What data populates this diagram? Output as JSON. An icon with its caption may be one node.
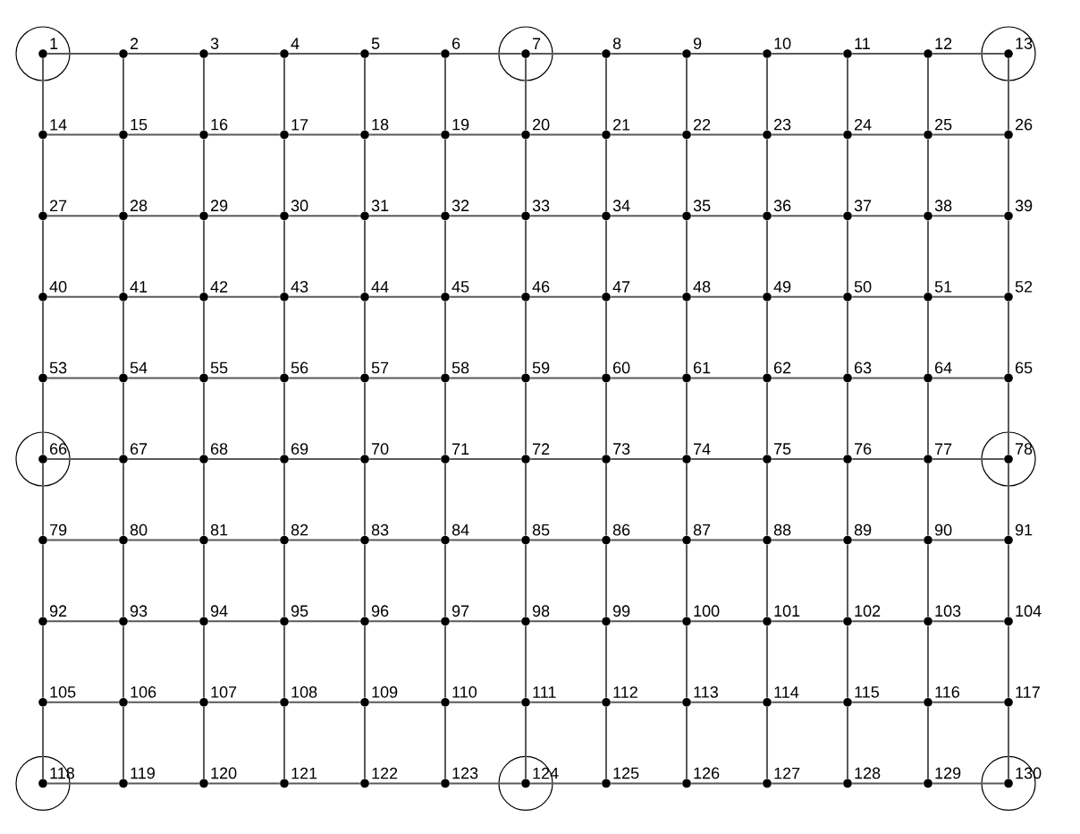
{
  "diagram": {
    "nodes": [
      {
        "text": [
          "1"
        ]
      },
      {
        "text": [
          "2"
        ]
      },
      {
        "text": [
          "3"
        ]
      },
      {
        "text": [
          "4"
        ]
      },
      {
        "text": [
          "5"
        ]
      },
      {
        "text": [
          "6"
        ]
      },
      {
        "text": [
          "7"
        ]
      },
      {
        "text": [
          "8"
        ]
      },
      {
        "text": [
          "9"
        ]
      },
      {
        "text": [
          "10"
        ]
      },
      {
        "text": [
          "11"
        ]
      },
      {
        "text": [
          "12"
        ]
      },
      {
        "text": [
          "13"
        ]
      },
      {
        "text": [
          "14"
        ]
      },
      {
        "text": [
          "15"
        ]
      },
      {
        "text": [
          "16"
        ]
      },
      {
        "text": [
          "17"
        ]
      },
      {
        "text": [
          "18"
        ]
      },
      {
        "text": [
          "19"
        ]
      },
      {
        "text": [
          "20"
        ]
      },
      {
        "text": [
          "21"
        ]
      },
      {
        "text": [
          "22"
        ]
      },
      {
        "text": [
          "23"
        ]
      },
      {
        "text": [
          "24"
        ]
      },
      {
        "text": [
          "25"
        ]
      },
      {
        "text": [
          "26"
        ]
      },
      {
        "text": [
          "27"
        ]
      },
      {
        "text": [
          "28"
        ]
      },
      {
        "text": [
          "29"
        ]
      },
      {
        "text": [
          "30"
        ]
      },
      {
        "text": [
          "31"
        ]
      },
      {
        "text": [
          "32"
        ]
      },
      {
        "text": [
          "33"
        ]
      },
      {
        "text": [
          "34"
        ]
      },
      {
        "text": [
          "35"
        ]
      },
      {
        "text": [
          "36"
        ]
      },
      {
        "text": [
          "37"
        ]
      },
      {
        "text": [
          "38"
        ]
      },
      {
        "text": [
          "39"
        ]
      },
      {
        "text": [
          "40"
        ]
      },
      {
        "text": [
          "41"
        ]
      },
      {
        "text": [
          "42"
        ]
      },
      {
        "text": [
          "43"
        ]
      },
      {
        "text": [
          "44"
        ]
      },
      {
        "text": [
          "45"
        ]
      },
      {
        "text": [
          "46"
        ]
      },
      {
        "text": [
          "47"
        ]
      },
      {
        "text": [
          "48"
        ]
      },
      {
        "text": [
          "49"
        ]
      },
      {
        "text": [
          "50"
        ]
      },
      {
        "text": [
          "51"
        ]
      },
      {
        "text": [
          "52"
        ]
      },
      {
        "text": [
          "53"
        ]
      },
      {
        "text": [
          "54"
        ]
      },
      {
        "text": [
          "55"
        ]
      },
      {
        "text": [
          "56"
        ]
      },
      {
        "text": [
          "57"
        ]
      },
      {
        "text": [
          "58"
        ]
      },
      {
        "text": [
          "59"
        ]
      },
      {
        "text": [
          "60"
        ]
      },
      {
        "text": [
          "61"
        ]
      },
      {
        "text": [
          "62"
        ]
      },
      {
        "text": [
          "63"
        ]
      },
      {
        "text": [
          "64"
        ]
      },
      {
        "text": [
          "65"
        ]
      },
      {
        "text": [
          "66"
        ]
      },
      {
        "text": [
          "67"
        ]
      },
      {
        "text": [
          "68"
        ]
      },
      {
        "text": [
          "69"
        ]
      },
      {
        "text": [
          "70"
        ]
      },
      {
        "text": [
          "71"
        ]
      },
      {
        "text": [
          "72"
        ]
      },
      {
        "text": [
          "73"
        ]
      },
      {
        "text": [
          "74"
        ]
      },
      {
        "text": [
          "75"
        ]
      },
      {
        "text": [
          "76"
        ]
      },
      {
        "text": [
          "77"
        ]
      },
      {
        "text": [
          "78"
        ]
      },
      {
        "text": [
          "79"
        ]
      },
      {
        "text": [
          "80"
        ]
      },
      {
        "text": [
          "81"
        ]
      },
      {
        "text": [
          "82"
        ]
      },
      {
        "text": [
          "83"
        ]
      },
      {
        "text": [
          "84"
        ]
      },
      {
        "text": [
          "85"
        ]
      },
      {
        "text": [
          "86"
        ]
      },
      {
        "text": [
          "87"
        ]
      },
      {
        "text": [
          "88"
        ]
      },
      {
        "text": [
          "89"
        ]
      },
      {
        "text": [
          "90"
        ]
      },
      {
        "text": [
          "91"
        ]
      },
      {
        "text": [
          "92"
        ]
      },
      {
        "text": [
          "93"
        ]
      },
      {
        "text": [
          "94"
        ]
      },
      {
        "text": [
          "95"
        ]
      },
      {
        "text": [
          "96"
        ]
      },
      {
        "text": [
          "97"
        ]
      },
      {
        "text": [
          "98"
        ]
      },
      {
        "text": [
          "99"
        ]
      },
      {
        "text": [
          "100"
        ]
      },
      {
        "text": [
          "101"
        ]
      },
      {
        "text": [
          "102"
        ]
      },
      {
        "text": [
          "103"
        ]
      },
      {
        "text": [
          "104"
        ]
      },
      {
        "text": [
          "105"
        ]
      },
      {
        "text": [
          "106"
        ]
      },
      {
        "text": [
          "107"
        ]
      },
      {
        "text": [
          "108"
        ]
      },
      {
        "text": [
          "109"
        ]
      },
      {
        "text": [
          "110"
        ]
      },
      {
        "text": [
          "111"
        ]
      },
      {
        "text": [
          "112"
        ]
      },
      {
        "text": [
          "113"
        ]
      },
      {
        "text": [
          "114"
        ]
      },
      {
        "text": [
          "115"
        ]
      },
      {
        "text": [
          "116"
        ]
      },
      {
        "text": [
          "117"
        ]
      },
      {
        "text": [
          "118"
        ]
      },
      {
        "text": [
          "119"
        ]
      },
      {
        "text": [
          "120"
        ]
      },
      {
        "text": [
          "121"
        ]
      },
      {
        "text": [
          "122"
        ]
      },
      {
        "text": [
          "123"
        ]
      },
      {
        "text": [
          "124"
        ]
      },
      {
        "text": [
          "125"
        ]
      },
      {
        "text": [
          "126"
        ]
      },
      {
        "text": [
          "127"
        ]
      },
      {
        "text": [
          "128"
        ]
      },
      {
        "text": [
          "129"
        ]
      },
      {
        "text": [
          "130"
        ]
      }
    ],
    "edges": [
      {
        "from": 0,
        "to": 1,
        "arrow": "none"
      },
      {
        "from": 1,
        "to": 2,
        "arrow": "none"
      },
      {
        "from": 2,
        "to": 3,
        "arrow": "none"
      },
      {
        "from": 3,
        "to": 4,
        "arrow": "none"
      },
      {
        "from": 4,
        "to": 5,
        "arrow": "none"
      },
      {
        "from": 5,
        "to": 6,
        "arrow": "none"
      },
      {
        "from": 6,
        "to": 7,
        "arrow": "none"
      },
      {
        "from": 7,
        "to": 8,
        "arrow": "none"
      },
      {
        "from": 8,
        "to": 9,
        "arrow": "none"
      },
      {
        "from": 9,
        "to": 10,
        "arrow": "none"
      },
      {
        "from": 10,
        "to": 11,
        "arrow": "none"
      },
      {
        "from": 11,
        "to": 12,
        "arrow": "none"
      },
      {
        "from": 13,
        "to": 14,
        "arrow": "none"
      },
      {
        "from": 14,
        "to": 15,
        "arrow": "none"
      },
      {
        "from": 15,
        "to": 16,
        "arrow": "none"
      },
      {
        "from": 16,
        "to": 17,
        "arrow": "none"
      },
      {
        "from": 17,
        "to": 18,
        "arrow": "none"
      },
      {
        "from": 18,
        "to": 19,
        "arrow": "none"
      },
      {
        "from": 19,
        "to": 20,
        "arrow": "none"
      },
      {
        "from": 20,
        "to": 21,
        "arrow": "none"
      },
      {
        "from": 21,
        "to": 22,
        "arrow": "none"
      },
      {
        "from": 22,
        "to": 23,
        "arrow": "none"
      },
      {
        "from": 23,
        "to": 24,
        "arrow": "none"
      },
      {
        "from": 24,
        "to": 25,
        "arrow": "none"
      },
      {
        "from": 26,
        "to": 27,
        "arrow": "none"
      },
      {
        "from": 27,
        "to": 28,
        "arrow": "none"
      },
      {
        "from": 28,
        "to": 29,
        "arrow": "none"
      },
      {
        "from": 29,
        "to": 30,
        "arrow": "none"
      },
      {
        "from": 30,
        "to": 31,
        "arrow": "none"
      },
      {
        "from": 31,
        "to": 32,
        "arrow": "none"
      },
      {
        "from": 32,
        "to": 33,
        "arrow": "none"
      },
      {
        "from": 33,
        "to": 34,
        "arrow": "none"
      },
      {
        "from": 34,
        "to": 35,
        "arrow": "none"
      },
      {
        "from": 35,
        "to": 36,
        "arrow": "none"
      },
      {
        "from": 36,
        "to": 37,
        "arrow": "none"
      },
      {
        "from": 37,
        "to": 38,
        "arrow": "none"
      },
      {
        "from": 39,
        "to": 40,
        "arrow": "none"
      },
      {
        "from": 40,
        "to": 41,
        "arrow": "none"
      },
      {
        "from": 41,
        "to": 42,
        "arrow": "none"
      },
      {
        "from": 42,
        "to": 43,
        "arrow": "none"
      },
      {
        "from": 43,
        "to": 44,
        "arrow": "none"
      },
      {
        "from": 44,
        "to": 45,
        "arrow": "none"
      },
      {
        "from": 45,
        "to": 46,
        "arrow": "none"
      },
      {
        "from": 46,
        "to": 47,
        "arrow": "none"
      },
      {
        "from": 47,
        "to": 48,
        "arrow": "none"
      },
      {
        "from": 48,
        "to": 49,
        "arrow": "none"
      },
      {
        "from": 49,
        "to": 50,
        "arrow": "none"
      },
      {
        "from": 50,
        "to": 51,
        "arrow": "none"
      },
      {
        "from": 52,
        "to": 53,
        "arrow": "none"
      },
      {
        "from": 53,
        "to": 54,
        "arrow": "none"
      },
      {
        "from": 54,
        "to": 55,
        "arrow": "none"
      },
      {
        "from": 55,
        "to": 56,
        "arrow": "none"
      },
      {
        "from": 56,
        "to": 57,
        "arrow": "none"
      },
      {
        "from": 57,
        "to": 58,
        "arrow": "none"
      },
      {
        "from": 58,
        "to": 59,
        "arrow": "none"
      },
      {
        "from": 59,
        "to": 60,
        "arrow": "none"
      },
      {
        "from": 60,
        "to": 61,
        "arrow": "none"
      },
      {
        "from": 61,
        "to": 62,
        "arrow": "none"
      },
      {
        "from": 62,
        "to": 63,
        "arrow": "none"
      },
      {
        "from": 63,
        "to": 64,
        "arrow": "none"
      },
      {
        "from": 65,
        "to": 66,
        "arrow": "none"
      },
      {
        "from": 66,
        "to": 67,
        "arrow": "none"
      },
      {
        "from": 67,
        "to": 68,
        "arrow": "none"
      },
      {
        "from": 68,
        "to": 69,
        "arrow": "none"
      },
      {
        "from": 69,
        "to": 70,
        "arrow": "none"
      },
      {
        "from": 70,
        "to": 71,
        "arrow": "none"
      },
      {
        "from": 71,
        "to": 72,
        "arrow": "none"
      },
      {
        "from": 72,
        "to": 73,
        "arrow": "none"
      },
      {
        "from": 73,
        "to": 74,
        "arrow": "none"
      },
      {
        "from": 74,
        "to": 75,
        "arrow": "none"
      },
      {
        "from": 75,
        "to": 76,
        "arrow": "none"
      },
      {
        "from": 76,
        "to": 77,
        "arrow": "none"
      },
      {
        "from": 78,
        "to": 79,
        "arrow": "none"
      },
      {
        "from": 79,
        "to": 80,
        "arrow": "none"
      },
      {
        "from": 80,
        "to": 81,
        "arrow": "none"
      },
      {
        "from": 81,
        "to": 82,
        "arrow": "none"
      },
      {
        "from": 82,
        "to": 83,
        "arrow": "none"
      },
      {
        "from": 83,
        "to": 84,
        "arrow": "none"
      },
      {
        "from": 84,
        "to": 85,
        "arrow": "none"
      },
      {
        "from": 85,
        "to": 86,
        "arrow": "none"
      },
      {
        "from": 86,
        "to": 87,
        "arrow": "none"
      },
      {
        "from": 87,
        "to": 88,
        "arrow": "none"
      },
      {
        "from": 88,
        "to": 89,
        "arrow": "none"
      },
      {
        "from": 89,
        "to": 90,
        "arrow": "none"
      },
      {
        "from": 91,
        "to": 92,
        "arrow": "none"
      },
      {
        "from": 92,
        "to": 93,
        "arrow": "none"
      },
      {
        "from": 93,
        "to": 94,
        "arrow": "none"
      },
      {
        "from": 94,
        "to": 95,
        "arrow": "none"
      },
      {
        "from": 95,
        "to": 96,
        "arrow": "none"
      },
      {
        "from": 96,
        "to": 97,
        "arrow": "none"
      },
      {
        "from": 97,
        "to": 98,
        "arrow": "none"
      },
      {
        "from": 98,
        "to": 99,
        "arrow": "none"
      },
      {
        "from": 99,
        "to": 100,
        "arrow": "none"
      },
      {
        "from": 100,
        "to": 101,
        "arrow": "none"
      },
      {
        "from": 101,
        "to": 102,
        "arrow": "none"
      },
      {
        "from": 102,
        "to": 103,
        "arrow": "none"
      },
      {
        "from": 104,
        "to": 105,
        "arrow": "none"
      },
      {
        "from": 105,
        "to": 106,
        "arrow": "none"
      },
      {
        "from": 106,
        "to": 107,
        "arrow": "none"
      },
      {
        "from": 107,
        "to": 108,
        "arrow": "none"
      },
      {
        "from": 108,
        "to": 109,
        "arrow": "none"
      },
      {
        "from": 109,
        "to": 110,
        "arrow": "none"
      },
      {
        "from": 110,
        "to": 111,
        "arrow": "none"
      },
      {
        "from": 111,
        "to": 112,
        "arrow": "none"
      },
      {
        "from": 112,
        "to": 113,
        "arrow": "none"
      },
      {
        "from": 113,
        "to": 114,
        "arrow": "none"
      },
      {
        "from": 114,
        "to": 115,
        "arrow": "none"
      },
      {
        "from": 115,
        "to": 116,
        "arrow": "none"
      },
      {
        "from": 117,
        "to": 118,
        "arrow": "none"
      },
      {
        "from": 118,
        "to": 119,
        "arrow": "none"
      },
      {
        "from": 119,
        "to": 120,
        "arrow": "none"
      },
      {
        "from": 120,
        "to": 121,
        "arrow": "none"
      },
      {
        "from": 121,
        "to": 122,
        "arrow": "none"
      },
      {
        "from": 122,
        "to": 123,
        "arrow": "none"
      },
      {
        "from": 123,
        "to": 124,
        "arrow": "none"
      },
      {
        "from": 124,
        "to": 125,
        "arrow": "none"
      },
      {
        "from": 125,
        "to": 126,
        "arrow": "none"
      },
      {
        "from": 126,
        "to": 127,
        "arrow": "none"
      },
      {
        "from": 127,
        "to": 128,
        "arrow": "none"
      },
      {
        "from": 128,
        "to": 129,
        "arrow": "none"
      },
      {
        "from": 0,
        "to": 13,
        "arrow": "none"
      },
      {
        "from": 1,
        "to": 14,
        "arrow": "none"
      },
      {
        "from": 2,
        "to": 15,
        "arrow": "none"
      },
      {
        "from": 3,
        "to": 16,
        "arrow": "none"
      },
      {
        "from": 4,
        "to": 17,
        "arrow": "none"
      },
      {
        "from": 5,
        "to": 18,
        "arrow": "none"
      },
      {
        "from": 6,
        "to": 19,
        "arrow": "none"
      },
      {
        "from": 7,
        "to": 20,
        "arrow": "none"
      },
      {
        "from": 8,
        "to": 21,
        "arrow": "none"
      },
      {
        "from": 9,
        "to": 22,
        "arrow": "none"
      },
      {
        "from": 10,
        "to": 23,
        "arrow": "none"
      },
      {
        "from": 11,
        "to": 24,
        "arrow": "none"
      },
      {
        "from": 12,
        "to": 25,
        "arrow": "none"
      },
      {
        "from": 13,
        "to": 26,
        "arrow": "none"
      },
      {
        "from": 14,
        "to": 27,
        "arrow": "none"
      },
      {
        "from": 15,
        "to": 28,
        "arrow": "none"
      },
      {
        "from": 16,
        "to": 29,
        "arrow": "none"
      },
      {
        "from": 17,
        "to": 30,
        "arrow": "none"
      },
      {
        "from": 18,
        "to": 31,
        "arrow": "none"
      },
      {
        "from": 19,
        "to": 32,
        "arrow": "none"
      },
      {
        "from": 20,
        "to": 33,
        "arrow": "none"
      },
      {
        "from": 21,
        "to": 34,
        "arrow": "none"
      },
      {
        "from": 22,
        "to": 35,
        "arrow": "none"
      },
      {
        "from": 23,
        "to": 36,
        "arrow": "none"
      },
      {
        "from": 24,
        "to": 37,
        "arrow": "none"
      },
      {
        "from": 25,
        "to": 38,
        "arrow": "none"
      },
      {
        "from": 26,
        "to": 39,
        "arrow": "none"
      },
      {
        "from": 27,
        "to": 40,
        "arrow": "none"
      },
      {
        "from": 28,
        "to": 41,
        "arrow": "none"
      },
      {
        "from": 29,
        "to": 42,
        "arrow": "none"
      },
      {
        "from": 30,
        "to": 43,
        "arrow": "none"
      },
      {
        "from": 31,
        "to": 44,
        "arrow": "none"
      },
      {
        "from": 32,
        "to": 45,
        "arrow": "none"
      },
      {
        "from": 33,
        "to": 46,
        "arrow": "none"
      },
      {
        "from": 34,
        "to": 47,
        "arrow": "none"
      },
      {
        "from": 35,
        "to": 48,
        "arrow": "none"
      },
      {
        "from": 36,
        "to": 49,
        "arrow": "none"
      },
      {
        "from": 37,
        "to": 50,
        "arrow": "none"
      },
      {
        "from": 38,
        "to": 51,
        "arrow": "none"
      },
      {
        "from": 39,
        "to": 52,
        "arrow": "none"
      },
      {
        "from": 40,
        "to": 53,
        "arrow": "none"
      },
      {
        "from": 41,
        "to": 54,
        "arrow": "none"
      },
      {
        "from": 42,
        "to": 55,
        "arrow": "none"
      },
      {
        "from": 43,
        "to": 56,
        "arrow": "none"
      },
      {
        "from": 44,
        "to": 57,
        "arrow": "none"
      },
      {
        "from": 45,
        "to": 58,
        "arrow": "none"
      },
      {
        "from": 46,
        "to": 59,
        "arrow": "none"
      },
      {
        "from": 47,
        "to": 60,
        "arrow": "none"
      },
      {
        "from": 48,
        "to": 61,
        "arrow": "none"
      },
      {
        "from": 49,
        "to": 62,
        "arrow": "none"
      },
      {
        "from": 50,
        "to": 63,
        "arrow": "none"
      },
      {
        "from": 51,
        "to": 64,
        "arrow": "none"
      },
      {
        "from": 52,
        "to": 65,
        "arrow": "none"
      },
      {
        "from": 53,
        "to": 66,
        "arrow": "none"
      },
      {
        "from": 54,
        "to": 67,
        "arrow": "none"
      },
      {
        "from": 55,
        "to": 68,
        "arrow": "none"
      },
      {
        "from": 56,
        "to": 69,
        "arrow": "none"
      },
      {
        "from": 57,
        "to": 70,
        "arrow": "none"
      },
      {
        "from": 58,
        "to": 71,
        "arrow": "none"
      },
      {
        "from": 59,
        "to": 72,
        "arrow": "none"
      },
      {
        "from": 60,
        "to": 73,
        "arrow": "none"
      },
      {
        "from": 61,
        "to": 74,
        "arrow": "none"
      },
      {
        "from": 62,
        "to": 75,
        "arrow": "none"
      },
      {
        "from": 63,
        "to": 76,
        "arrow": "none"
      },
      {
        "from": 64,
        "to": 77,
        "arrow": "none"
      },
      {
        "from": 65,
        "to": 78,
        "arrow": "none"
      },
      {
        "from": 66,
        "to": 79,
        "arrow": "none"
      },
      {
        "from": 67,
        "to": 80,
        "arrow": "none"
      },
      {
        "from": 68,
        "to": 81,
        "arrow": "none"
      },
      {
        "from": 69,
        "to": 82,
        "arrow": "none"
      },
      {
        "from": 70,
        "to": 83,
        "arrow": "none"
      },
      {
        "from": 71,
        "to": 84,
        "arrow": "none"
      },
      {
        "from": 72,
        "to": 85,
        "arrow": "none"
      },
      {
        "from": 73,
        "to": 86,
        "arrow": "none"
      },
      {
        "from": 74,
        "to": 87,
        "arrow": "none"
      },
      {
        "from": 75,
        "to": 88,
        "arrow": "none"
      },
      {
        "from": 76,
        "to": 89,
        "arrow": "none"
      },
      {
        "from": 77,
        "to": 90,
        "arrow": "none"
      },
      {
        "from": 78,
        "to": 91,
        "arrow": "none"
      },
      {
        "from": 79,
        "to": 92,
        "arrow": "none"
      },
      {
        "from": 80,
        "to": 93,
        "arrow": "none"
      },
      {
        "from": 81,
        "to": 94,
        "arrow": "none"
      },
      {
        "from": 82,
        "to": 95,
        "arrow": "none"
      },
      {
        "from": 83,
        "to": 96,
        "arrow": "none"
      },
      {
        "from": 84,
        "to": 97,
        "arrow": "none"
      },
      {
        "from": 85,
        "to": 98,
        "arrow": "none"
      },
      {
        "from": 86,
        "to": 99,
        "arrow": "none"
      },
      {
        "from": 87,
        "to": 100,
        "arrow": "none"
      },
      {
        "from": 88,
        "to": 101,
        "arrow": "none"
      },
      {
        "from": 89,
        "to": 102,
        "arrow": "none"
      },
      {
        "from": 90,
        "to": 103,
        "arrow": "none"
      },
      {
        "from": 91,
        "to": 104,
        "arrow": "none"
      },
      {
        "from": 92,
        "to": 105,
        "arrow": "none"
      },
      {
        "from": 93,
        "to": 106,
        "arrow": "none"
      },
      {
        "from": 94,
        "to": 107,
        "arrow": "none"
      },
      {
        "from": 95,
        "to": 108,
        "arrow": "none"
      },
      {
        "from": 96,
        "to": 109,
        "arrow": "none"
      },
      {
        "from": 97,
        "to": 110,
        "arrow": "none"
      },
      {
        "from": 98,
        "to": 111,
        "arrow": "none"
      },
      {
        "from": 99,
        "to": 112,
        "arrow": "none"
      },
      {
        "from": 100,
        "to": 113,
        "arrow": "none"
      },
      {
        "from": 101,
        "to": 114,
        "arrow": "none"
      },
      {
        "from": 102,
        "to": 115,
        "arrow": "none"
      },
      {
        "from": 103,
        "to": 116,
        "arrow": "none"
      },
      {
        "from": 104,
        "to": 117,
        "arrow": "none"
      },
      {
        "from": 105,
        "to": 118,
        "arrow": "none"
      },
      {
        "from": 106,
        "to": 119,
        "arrow": "none"
      },
      {
        "from": 107,
        "to": 120,
        "arrow": "none"
      },
      {
        "from": 108,
        "to": 121,
        "arrow": "none"
      },
      {
        "from": 109,
        "to": 122,
        "arrow": "none"
      },
      {
        "from": 110,
        "to": 123,
        "arrow": "none"
      },
      {
        "from": 111,
        "to": 124,
        "arrow": "none"
      },
      {
        "from": 112,
        "to": 125,
        "arrow": "none"
      },
      {
        "from": 113,
        "to": 126,
        "arrow": "none"
      },
      {
        "from": 114,
        "to": 127,
        "arrow": "none"
      },
      {
        "from": 115,
        "to": 128,
        "arrow": "none"
      },
      {
        "from": 116,
        "to": 129,
        "arrow": "none"
      }
    ]
  }
}
